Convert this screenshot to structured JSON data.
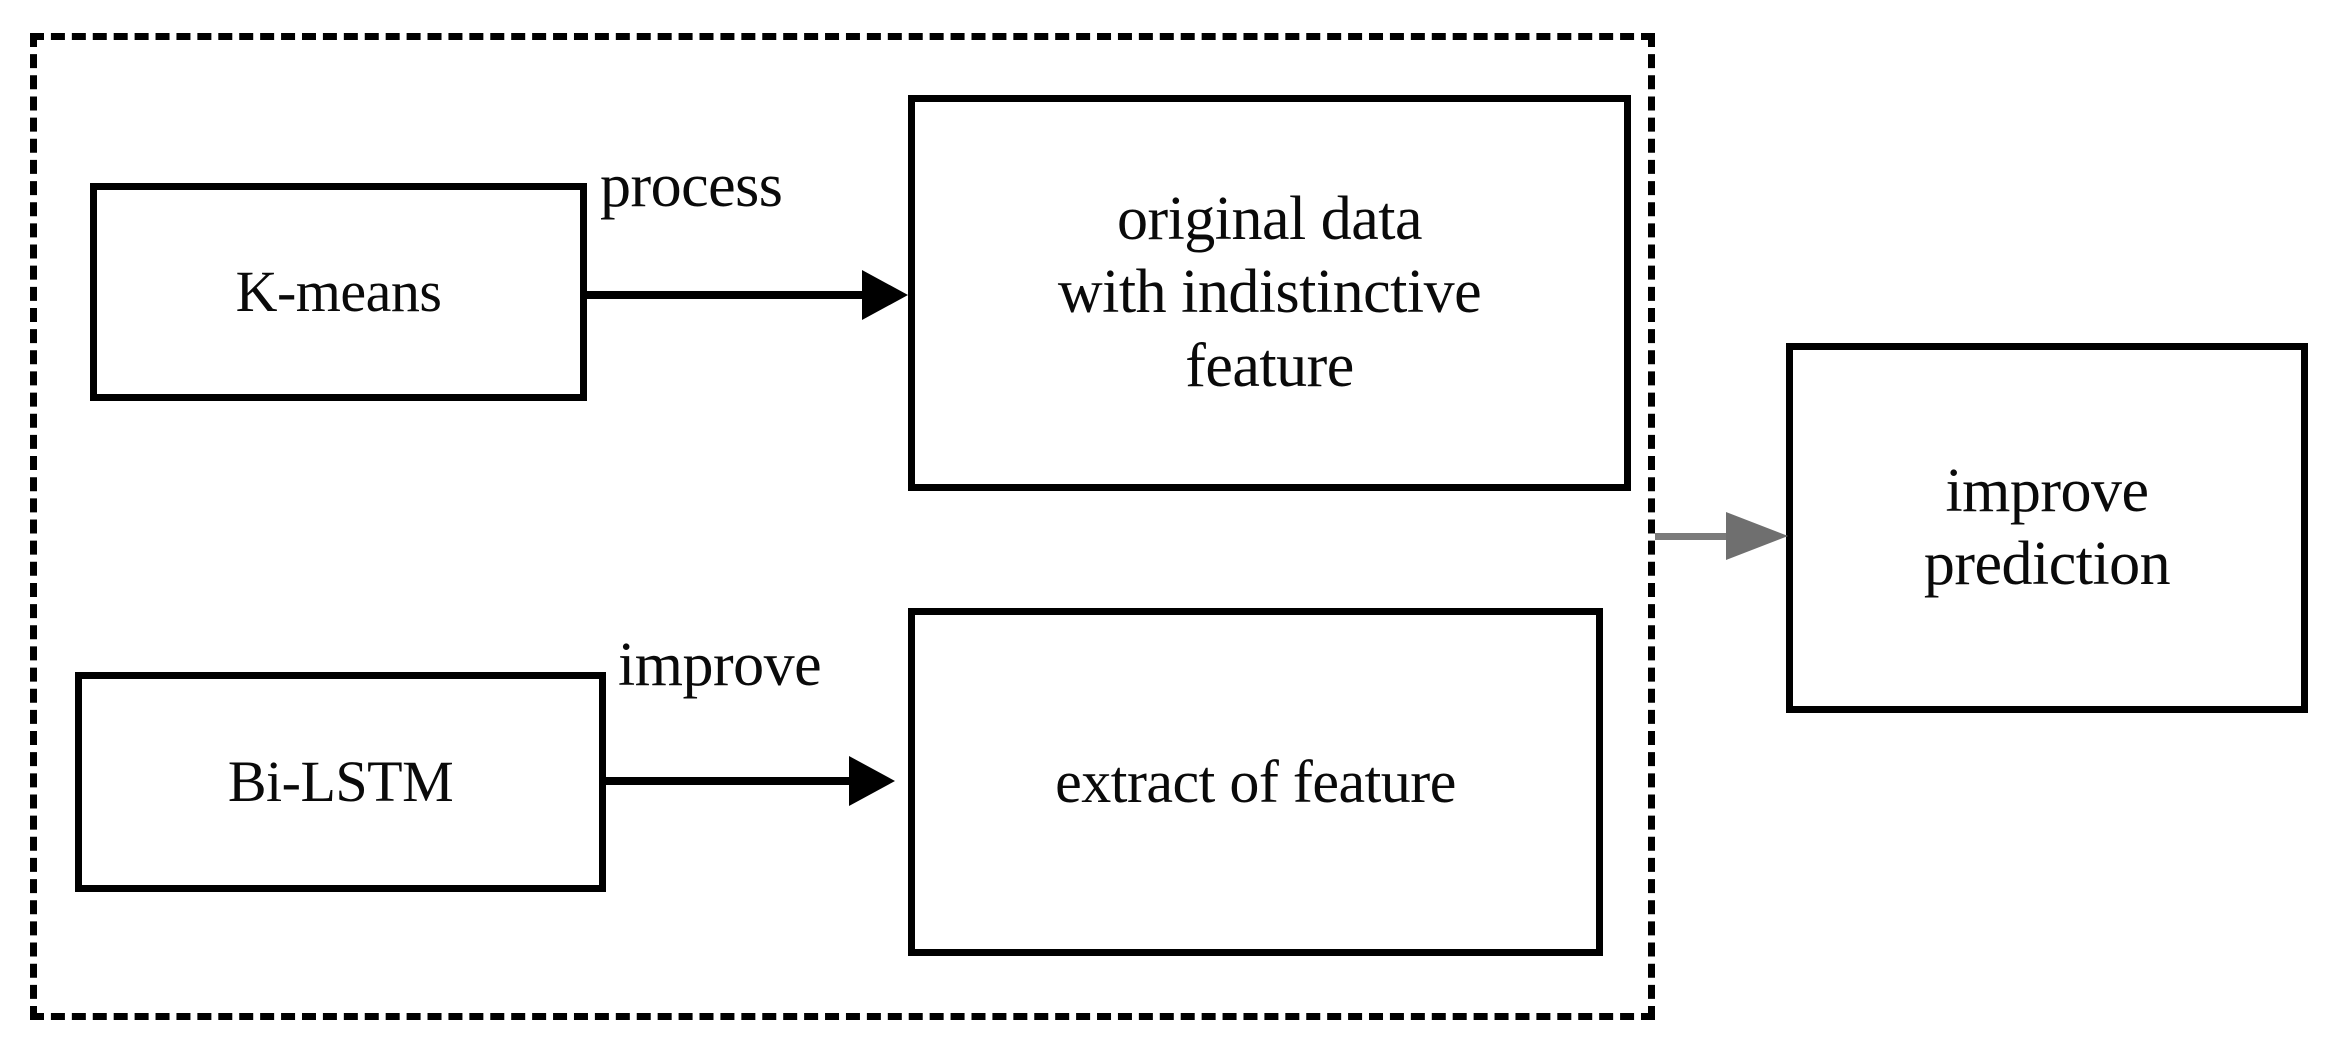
{
  "diagram": {
    "title": "K-means and Bi-LSTM preprocessing flow improving prediction",
    "colors": {
      "stroke": "#000000",
      "fill": "#ffffff",
      "text": "#0a0a0a",
      "gray_arrow": "#7b7b7b"
    },
    "group": {
      "name": "dashed-group",
      "border_style": "dashed",
      "label": ""
    },
    "nodes": [
      {
        "id": "kmeans",
        "label": "K-means"
      },
      {
        "id": "bilstm",
        "label": "Bi-LSTM"
      },
      {
        "id": "original",
        "label": "original data\nwith indistinctive\nfeature"
      },
      {
        "id": "extract",
        "label": "extract of feature"
      },
      {
        "id": "improve",
        "label": "improve\nprediction"
      }
    ],
    "edges": [
      {
        "id": "kmeans-original",
        "from": "kmeans",
        "to": "original",
        "label": "process",
        "color": "#000000"
      },
      {
        "id": "bilstm-extract",
        "from": "bilstm",
        "to": "extract",
        "label": "improve",
        "color": "#000000"
      },
      {
        "id": "group-improve",
        "from": "dashed-group",
        "to": "improve",
        "label": "",
        "color": "#7b7b7b"
      }
    ]
  }
}
